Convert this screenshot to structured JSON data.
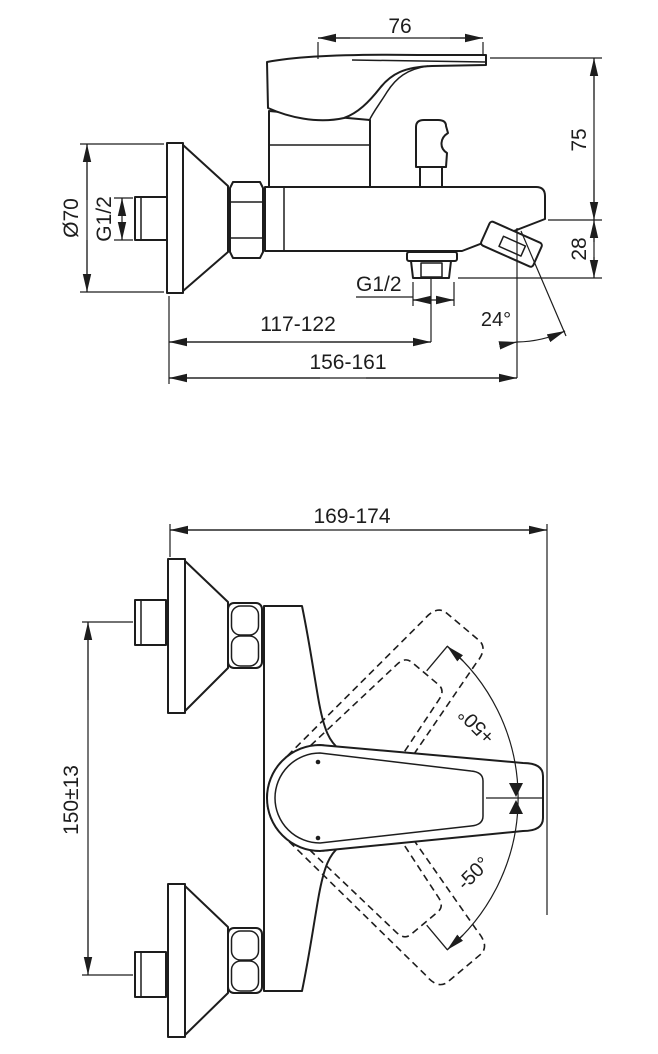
{
  "colors": {
    "background": "#ffffff",
    "line": "#1d1d1d"
  },
  "side_view": {
    "dim_handle_length": "76",
    "dim_height_to_handle": "75",
    "dim_spout_drop": "28",
    "dim_escutcheon_diameter": "Ø70",
    "dim_inlet_thread": "G1/2",
    "dim_shower_outlet_thread": "G1/2",
    "dim_wall_to_shower_outlet": "117-122",
    "dim_wall_to_spout_outlet": "156-161",
    "dim_spout_angle": "24°"
  },
  "plan_view": {
    "dim_overall_projection": "169-174",
    "dim_inlet_centres": "150±13",
    "dim_handle_swing_up": "+50°",
    "dim_handle_swing_down": "-50°"
  }
}
